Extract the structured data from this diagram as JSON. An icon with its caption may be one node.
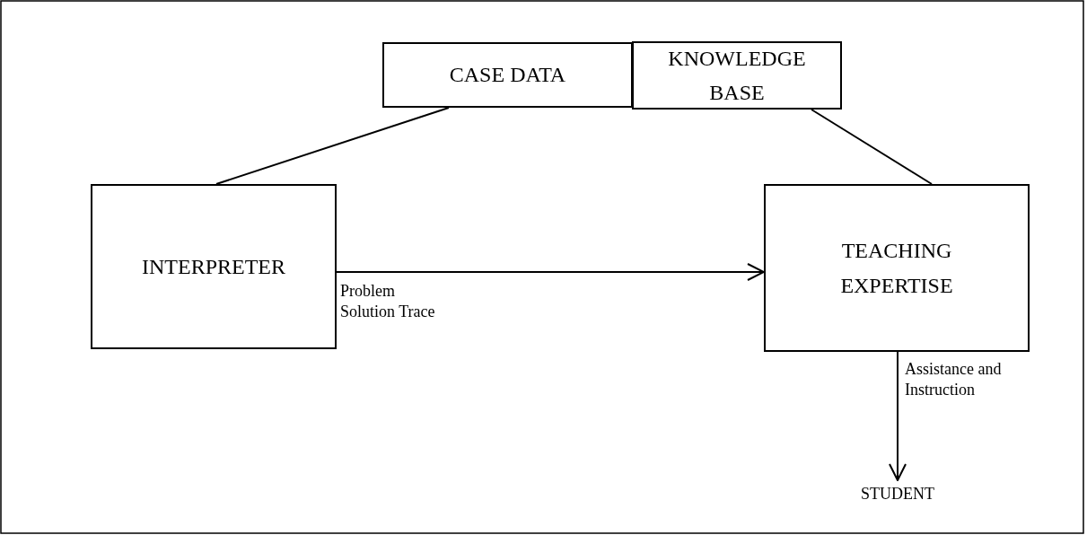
{
  "diagram": {
    "nodes": [
      {
        "text": [
          "CASE DATA"
        ]
      },
      {
        "text": [
          "KNOWLEDGE BASE"
        ]
      },
      {
        "text": [
          "INTERPRETER"
        ]
      },
      {
        "text": [
          "TEACHING EXPERTISE"
        ]
      },
      {
        "text": [
          "STUDENT"
        ]
      }
    ],
    "edges": [
      {
        "from": 0,
        "to": 2,
        "arrow": "none"
      },
      {
        "from": 1,
        "to": 3,
        "arrow": "none"
      },
      {
        "from": 2,
        "to": 3,
        "arrow": "to",
        "label": "Problem Solution Trace"
      },
      {
        "from": 3,
        "to": 4,
        "arrow": "to",
        "label": "Assistance and Instruction"
      }
    ]
  }
}
